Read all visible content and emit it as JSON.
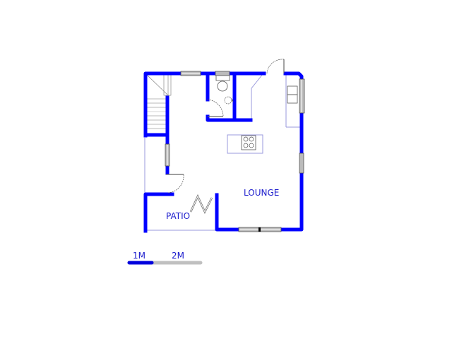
{
  "floor_plan": {
    "rooms": [
      {
        "id": "lounge",
        "label": "LOUNGE"
      },
      {
        "id": "patio",
        "label": "PATIO"
      }
    ],
    "fixtures": [
      "staircase",
      "toilet",
      "basin",
      "kitchen-sink",
      "stove-hob",
      "kitchen-island",
      "counter"
    ],
    "colors": {
      "wall": "#0000ff",
      "label": "#1a1acc",
      "scale_filled": "#0000dd",
      "scale_empty": "#c0c0c0",
      "fixture_outline": "#9999dd"
    }
  },
  "scale_bar": {
    "labels": [
      "1M",
      "2M"
    ]
  }
}
